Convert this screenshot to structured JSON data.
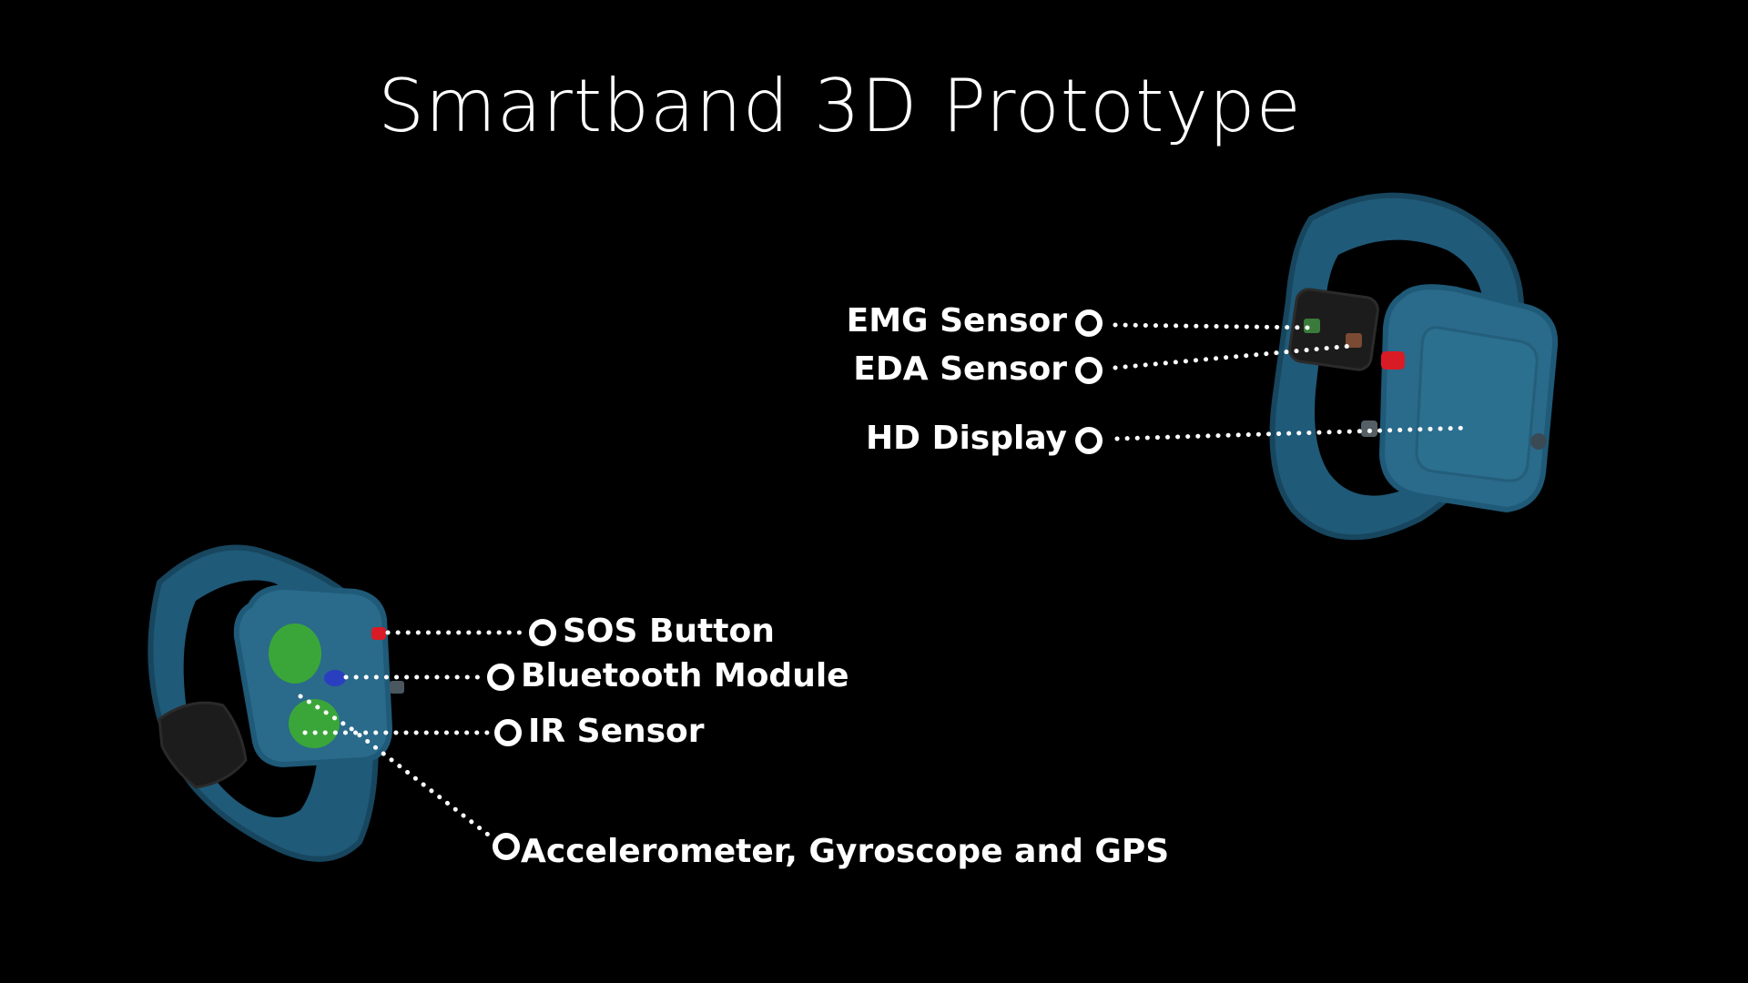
{
  "title": "Smartband 3D Prototype",
  "colors": {
    "background": "#000000",
    "band": "#1f5a78",
    "band_shade": "#17465e",
    "pod": "#2a6a8a",
    "clasp": "#1c1c1c",
    "sos_button": "#d91b26",
    "bluetooth_module": "#2a3fc0",
    "ir_sensor": "#3aa63a",
    "accelerometer_blob": "#3aa63a",
    "leader_dots": "#ffffff"
  },
  "labels": {
    "emg": "EMG Sensor",
    "eda": "EDA Sensor",
    "display": "HD Display",
    "sos": "SOS Button",
    "bluetooth": "Bluetooth Module",
    "ir": "IR Sensor",
    "imu": "Accelerometer, Gyroscope and GPS"
  }
}
